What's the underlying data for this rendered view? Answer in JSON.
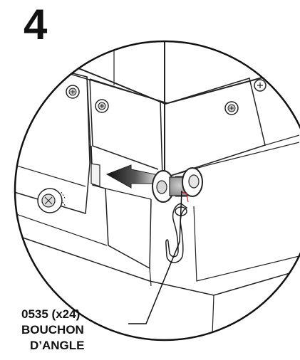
{
  "step": {
    "number": "4"
  },
  "callout": {
    "part_code": "0535 (x24)",
    "name_line1": "BOUCHON",
    "name_line2": "D’ANGLE"
  }
}
